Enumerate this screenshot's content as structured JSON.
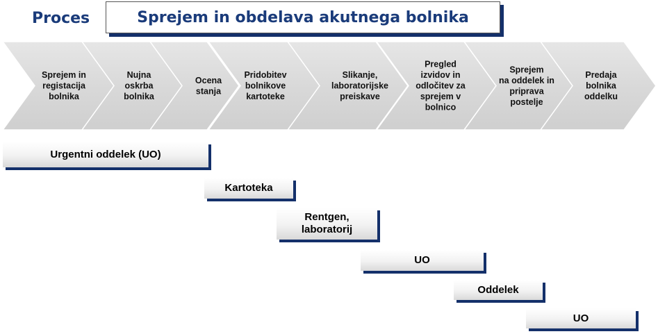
{
  "header": {
    "proces_label": "Proces",
    "title": "Sprejem in obdelava akutnega bolnika"
  },
  "steps": [
    {
      "lines": [
        "Sprejem  in",
        "registacija",
        "bolnika"
      ]
    },
    {
      "lines": [
        "Nujna",
        "oskrba",
        "bolnika"
      ]
    },
    {
      "lines": [
        "Ocena",
        "stanja"
      ]
    },
    {
      "lines": [
        "Pridobitev",
        "bolnikove",
        "kartoteke"
      ]
    },
    {
      "lines": [
        "Slikanje,",
        "laboratorijske",
        "preiskave"
      ]
    },
    {
      "lines": [
        "Pregled",
        "izvidov in",
        "odločitev za",
        "sprejem v",
        "bolnico"
      ]
    },
    {
      "lines": [
        "Sprejem",
        "na oddelek in",
        "priprava",
        "postelje"
      ]
    },
    {
      "lines": [
        "Predaja",
        "bolnika",
        "oddelku"
      ]
    }
  ],
  "bars": [
    {
      "label": "Urgentni oddelek (UO)"
    },
    {
      "label": "Kartoteka"
    },
    {
      "label": "Rentgen,\nlaboratorij"
    },
    {
      "label": "UO"
    },
    {
      "label": "Oddelek"
    },
    {
      "label": "UO"
    }
  ],
  "colors": {
    "accent": "#1a3b7a",
    "shadow": "#14306a",
    "chevron_fill": "#d6d6d6"
  }
}
